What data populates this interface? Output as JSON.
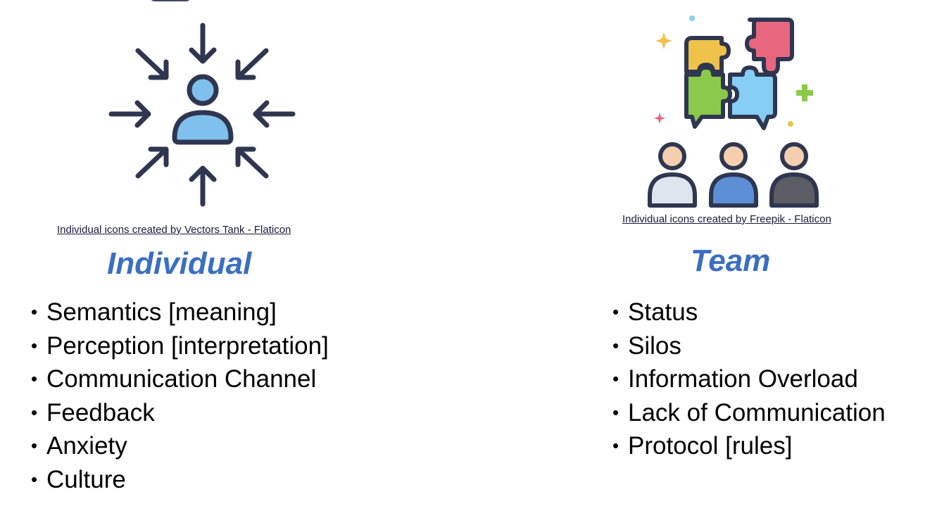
{
  "left": {
    "credit": "Individual icons created by Vectors Tank - Flaticon",
    "heading": "Individual",
    "items": [
      "Semantics [meaning]",
      "Perception [interpretation]",
      "Communication Channel",
      "Feedback",
      "Anxiety",
      "Culture"
    ]
  },
  "right": {
    "credit": "Individual icons created by Freepik - Flaticon",
    "heading": "Team",
    "items": [
      "Status",
      "Silos",
      "Information Overload",
      "Lack of Communication",
      "Protocol [rules]"
    ]
  },
  "bullet": "•",
  "colors": {
    "heading": "#3a6fc1",
    "icon_stroke": "#2f3650",
    "icon_person_fill": "#7fc1ec",
    "puzzle_red": "#e8677f",
    "puzzle_yellow": "#efc24a",
    "puzzle_green": "#8bc94a",
    "puzzle_blue": "#86cdf3",
    "person_light": "#dde5ef",
    "person_blue": "#5c8fd6",
    "person_dark": "#5a5d63",
    "skin": "#f3cfae"
  },
  "icons": {
    "left": "person-focus-icon",
    "right": "team-puzzle-icon"
  }
}
